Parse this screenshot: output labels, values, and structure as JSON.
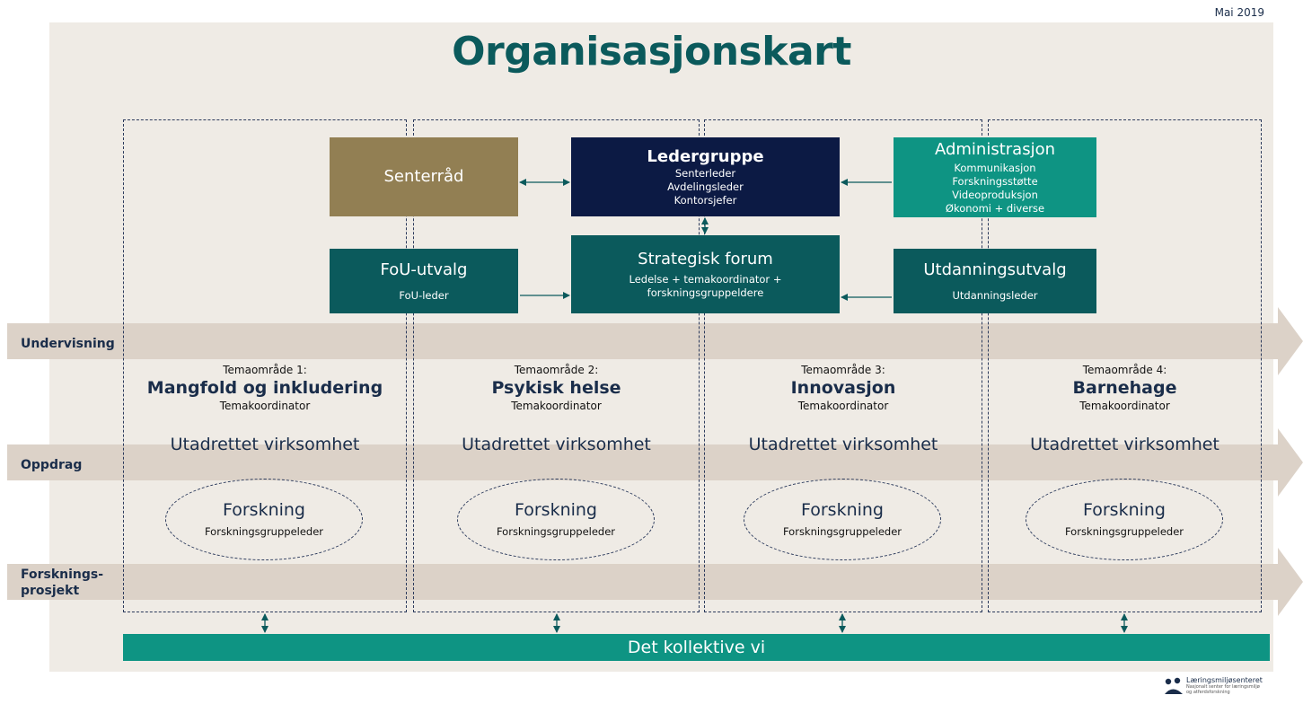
{
  "date": "Mai 2019",
  "title": "Organisasjonskart",
  "colors": {
    "panel_bg": "#efebe5",
    "teal_dark": "#0b5a5c",
    "navy": "#0c1a44",
    "olive": "#927f53",
    "teal_light": "#0e9483",
    "band": "#dcd2c8"
  },
  "top_boxes": {
    "senterrad": {
      "title": "Senterråd"
    },
    "ledergruppe": {
      "title": "Ledergruppe",
      "lines": [
        "Senterleder",
        "Avdelingsleder",
        "Kontorsjefer"
      ]
    },
    "administrasjon": {
      "title": "Administrasjon",
      "lines": [
        "Kommunikasjon",
        "Forskningsstøtte",
        "Videoproduksjon",
        "Økonomi + diverse"
      ]
    },
    "fou": {
      "title": "FoU-utvalg",
      "sub": "FoU-leder"
    },
    "strategisk": {
      "title": "Strategisk forum",
      "lines": [
        "Ledelse + temakoordinator +",
        "forskningsgruppeldere"
      ]
    },
    "utdanning": {
      "title": "Utdanningsutvalg",
      "sub": "Utdanningsleder"
    }
  },
  "bands": [
    {
      "label": "Undervisning"
    },
    {
      "label": "Oppdrag"
    },
    {
      "label": "Forsknings-prosjekt",
      "lines": [
        "Forsknings-",
        "prosjekt"
      ]
    }
  ],
  "themes": [
    {
      "pre": "Temaområde 1:",
      "name": "Mangfold og inkludering",
      "coord": "Temakoordinator",
      "utad": "Utadrettet virksomhet",
      "research": "Forskning",
      "research_lead": "Forskningsgruppeleder"
    },
    {
      "pre": "Temaområde 2:",
      "name": "Psykisk helse",
      "coord": "Temakoordinator",
      "utad": "Utadrettet virksomhet",
      "research": "Forskning",
      "research_lead": "Forskningsgruppeleder"
    },
    {
      "pre": "Temaområde 3:",
      "name": "Innovasjon",
      "coord": "Temakoordinator",
      "utad": "Utadrettet virksomhet",
      "research": "Forskning",
      "research_lead": "Forskningsgruppeleder"
    },
    {
      "pre": "Temaområde 4:",
      "name": "Barnehage",
      "coord": "Temakoordinator",
      "utad": "Utadrettet virksomhet",
      "research": "Forskning",
      "research_lead": "Forskningsgruppeleder"
    }
  ],
  "bottom": "Det kollektive vi",
  "logo": {
    "name": "Læringsmiljøsenteret",
    "sub1": "Nasjonalt senter for læringsmiljø",
    "sub2": "og atferdsforskning"
  }
}
